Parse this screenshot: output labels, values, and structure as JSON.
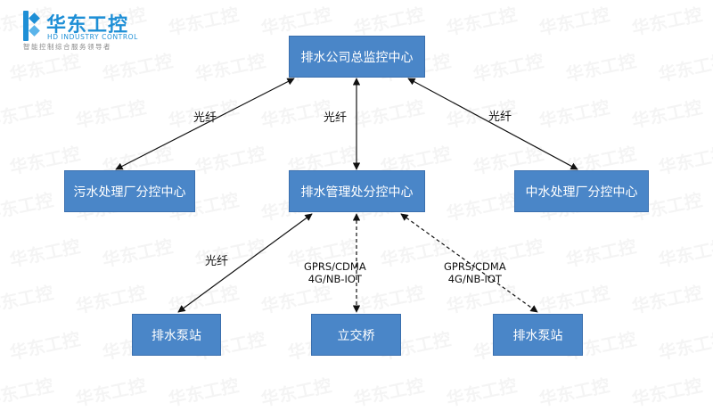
{
  "logo": {
    "title": "华东工控",
    "english": "HD INDUSTRY CONTROL",
    "tagline": "智能控制综合服务领导者",
    "watermark": "华东工控"
  },
  "nodes": {
    "headquarters": "排水公司总监控中心",
    "sewage_center": "污水处理厂分控中心",
    "drainage_management": "排水管理处分控中心",
    "reclaimed_center": "中水处理厂分控中心",
    "pump_station_left": "排水泵站",
    "overpass": "立交桥",
    "pump_station_right": "排水泵站"
  },
  "links": {
    "fiber_left": "光纤",
    "fiber_center": "光纤",
    "fiber_right": "光纤",
    "fiber_lower": "光纤",
    "wireless_center_line1": "GPRS/CDMA",
    "wireless_center_line2": "4G/NB-IOT",
    "wireless_right_line1": "GPRS/CDMA",
    "wireless_right_line2": "4G/NB-IOT"
  },
  "colors": {
    "node_fill": "#4a86c8",
    "node_border": "#3a6fae",
    "node_text": "#ffffff",
    "brand": "#1e8fd6"
  }
}
